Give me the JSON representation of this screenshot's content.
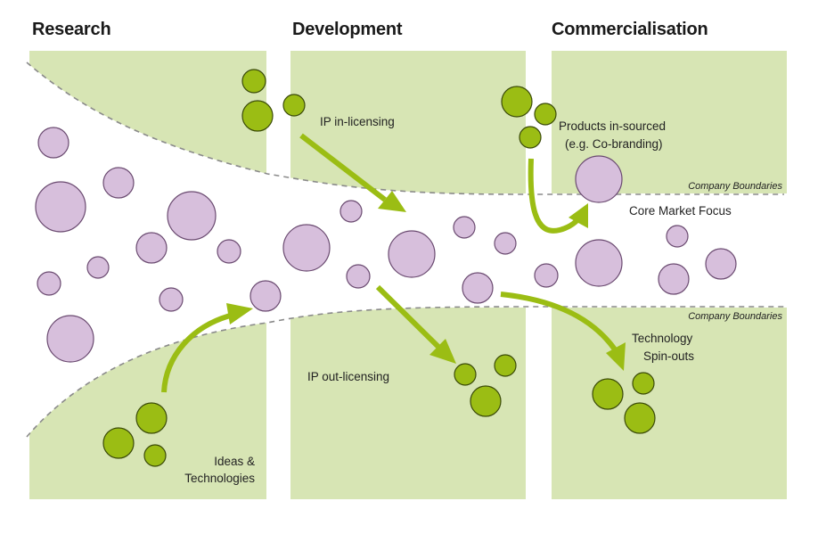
{
  "headers": {
    "research": "Research",
    "development": "Development",
    "commercialisation": "Commercialisation"
  },
  "labels": {
    "company_boundaries_top": "Company Boundaries",
    "company_boundaries_bottom": "Company Boundaries",
    "ip_in_licensing": "IP in-licensing",
    "ip_out_licensing": "IP out-licensing",
    "products_insourced_line1": "Products in-sourced",
    "products_insourced_line2": "(e.g. Co-branding)",
    "core_market_focus": "Core Market Focus",
    "technology_spinouts_line1": "Technology",
    "technology_spinouts_line2": "Spin-outs",
    "ideas_technologies_line1": "Ideas &",
    "ideas_technologies_line2": "Technologies"
  },
  "colors": {
    "panel_green": "#d7e5b4",
    "bubble_green_fill": "#9bbd14",
    "bubble_green_stroke": "#3a4a08",
    "bubble_purple_fill": "#d7bfdc",
    "bubble_purple_stroke": "#6a4a70",
    "arrow_green": "#9bbd14",
    "boundary_dash": "#8a8a8a"
  }
}
